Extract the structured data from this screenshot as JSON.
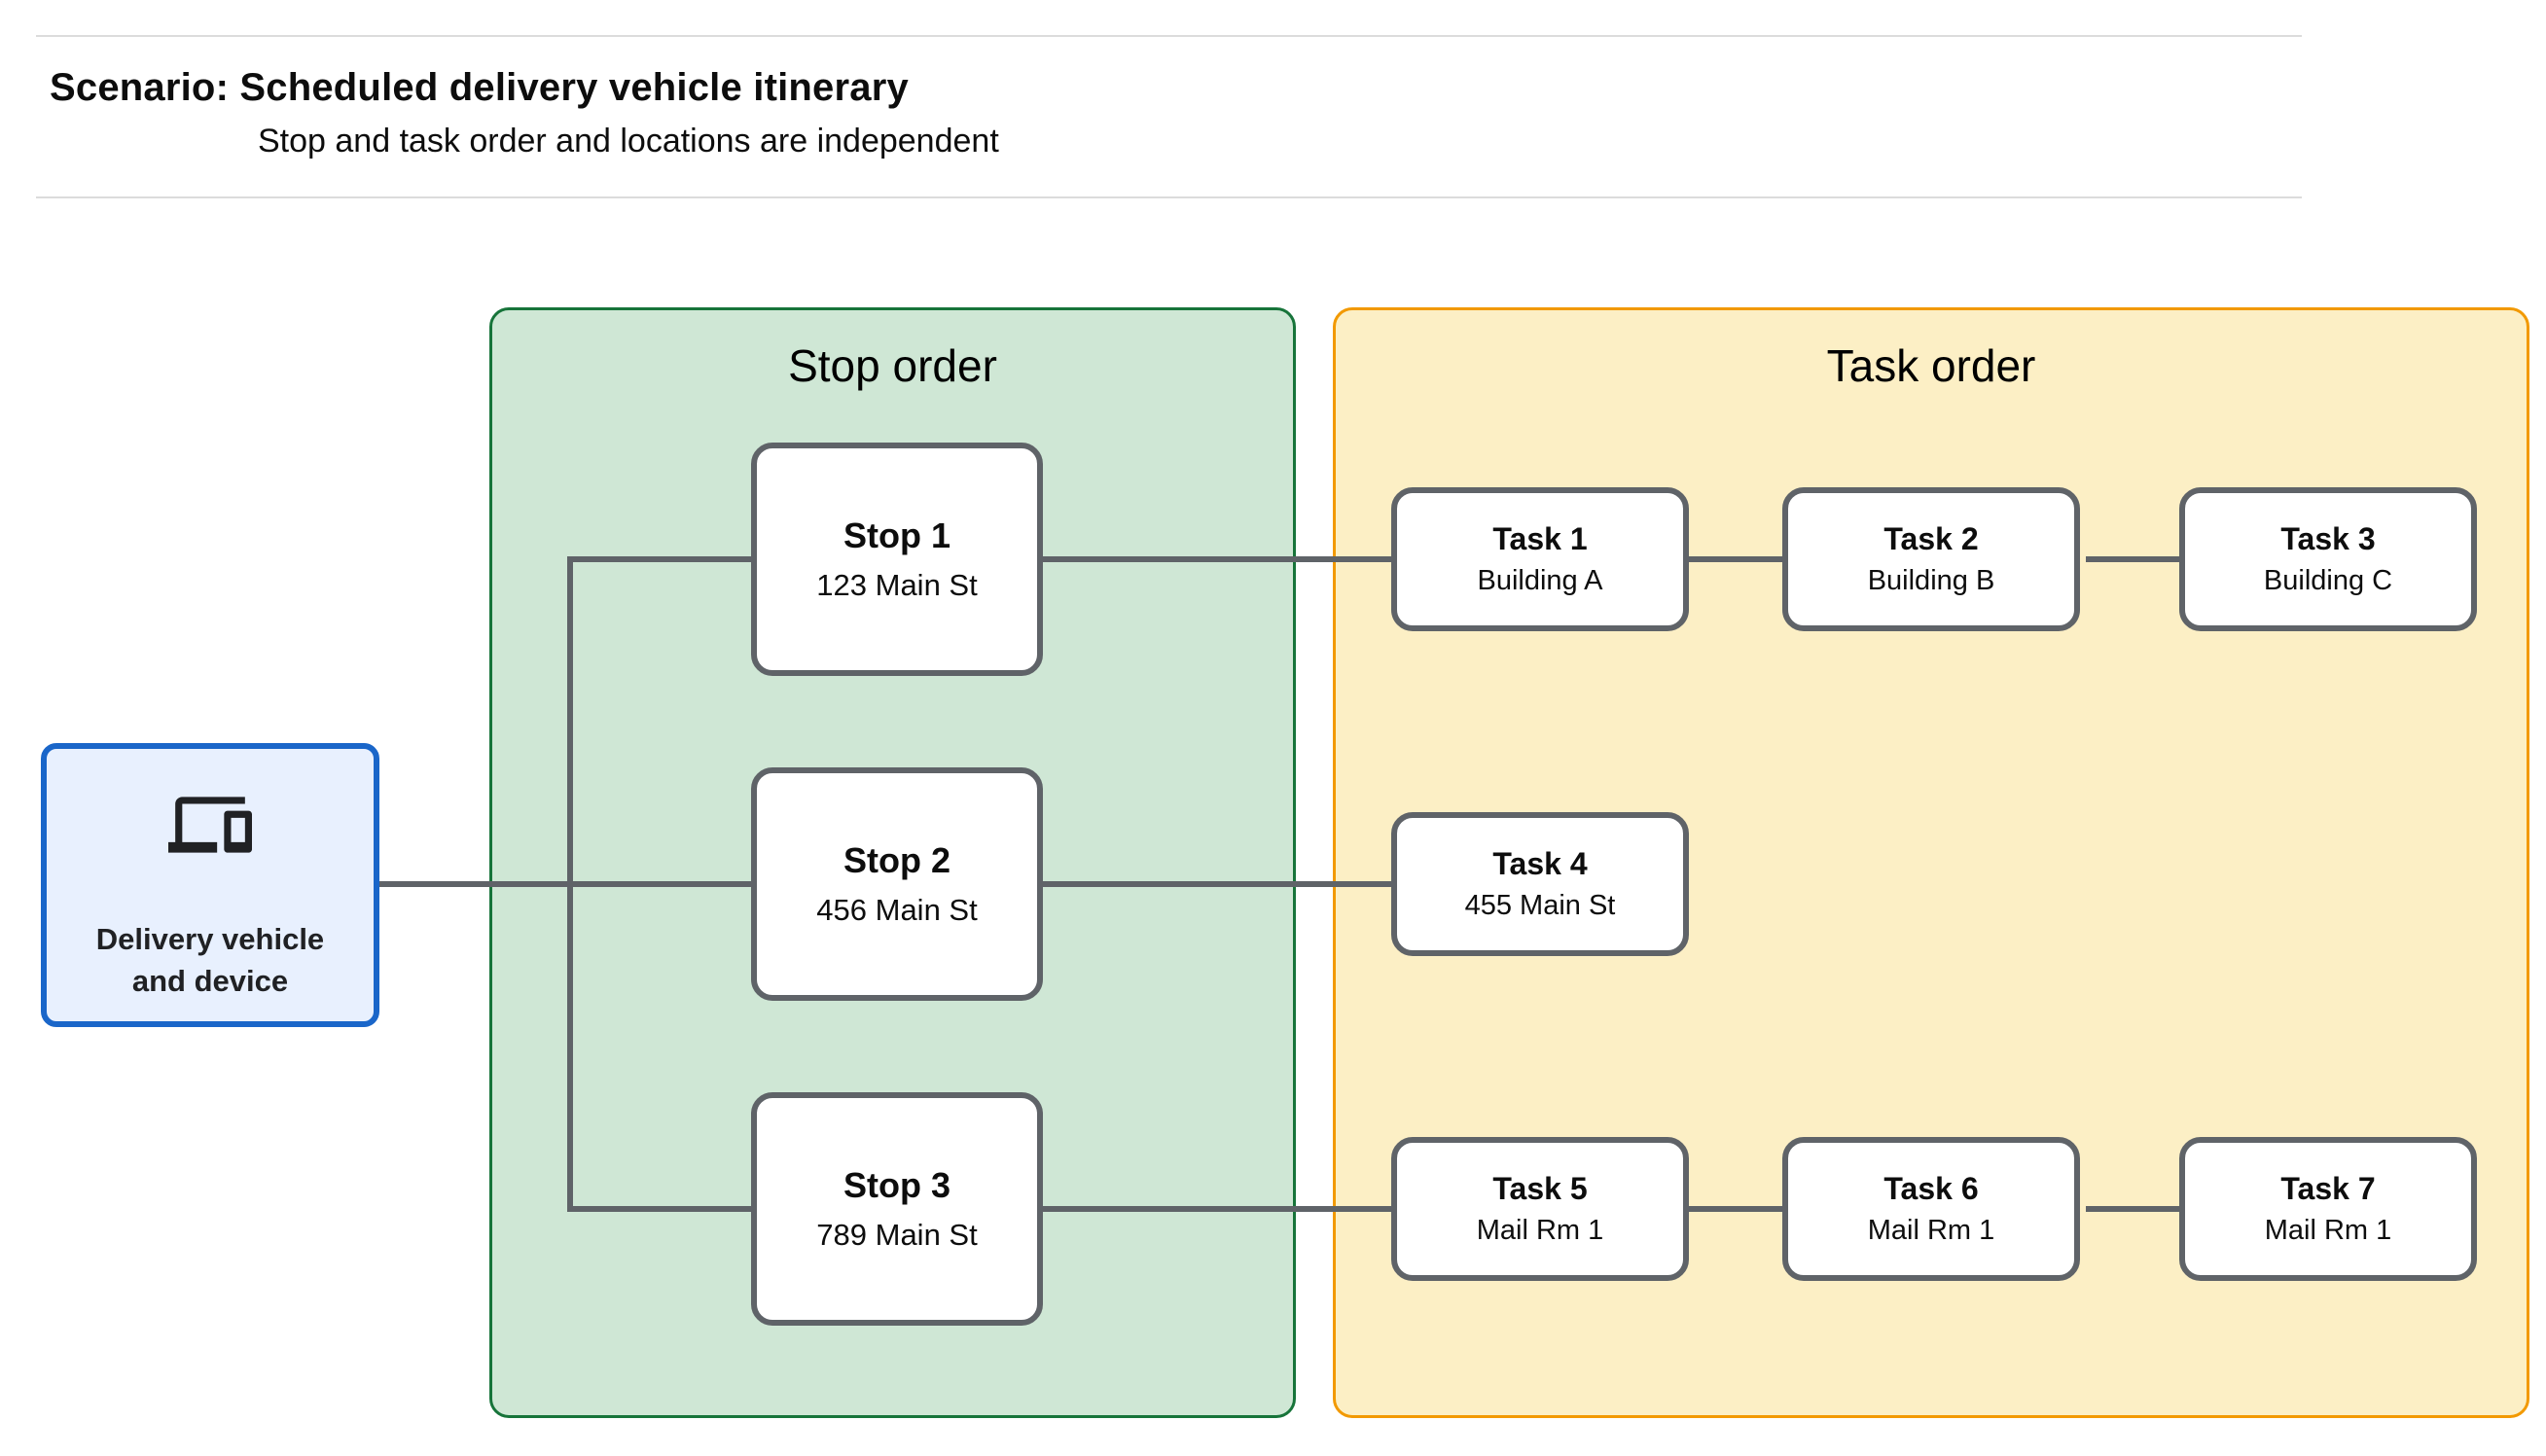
{
  "header": {
    "title": "Scenario: Scheduled delivery vehicle itinerary",
    "subtitle": "Stop and task order and locations are independent"
  },
  "vehicle_node": {
    "label": "Delivery vehicle and device",
    "icon": "devices-icon",
    "fill_color": "#E8F0FE",
    "border_color": "#1A66C9"
  },
  "stop_order_panel": {
    "title": "Stop order",
    "fill_color": "#CFE7D5",
    "border_color": "#17743A",
    "stops": [
      {
        "name": "Stop 1",
        "location": "123 Main St"
      },
      {
        "name": "Stop 2",
        "location": "456 Main St"
      },
      {
        "name": "Stop 3",
        "location": "789 Main St"
      }
    ]
  },
  "task_order_panel": {
    "title": "Task order",
    "fill_color": "#FCEFC5",
    "border_color": "#F29900",
    "task_rows": [
      [
        {
          "name": "Task 1",
          "location": "Building A"
        },
        {
          "name": "Task 2",
          "location": "Building B"
        },
        {
          "name": "Task 3",
          "location": "Building C"
        }
      ],
      [
        {
          "name": "Task 4",
          "location": "455 Main St"
        }
      ],
      [
        {
          "name": "Task 5",
          "location": "Mail Rm 1"
        },
        {
          "name": "Task 6",
          "location": "Mail Rm 1"
        },
        {
          "name": "Task 7",
          "location": "Mail Rm 1"
        }
      ]
    ]
  },
  "connectors": {
    "color": "#5F6368",
    "links": [
      "vehicle → stop-2",
      "trunk → stop-1",
      "trunk → stop-3",
      "stop-1 → task-1",
      "stop-2 → task-4",
      "stop-3 → task-5",
      "task-1 → task-2",
      "task-2 → task-3",
      "task-5 → task-6",
      "task-6 → task-7"
    ]
  },
  "node_border_color": "#5F6368"
}
